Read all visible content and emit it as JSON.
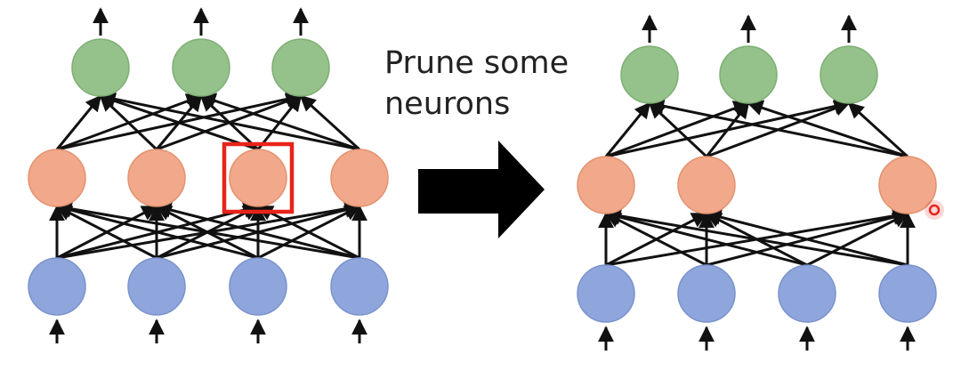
{
  "caption": {
    "line1": "Prune some",
    "line2": "neurons"
  },
  "colors": {
    "input_fill": "#8fa6dd",
    "input_stroke": "#7a92cc",
    "hidden_fill": "#f2a88a",
    "hidden_stroke": "#e3926f",
    "output_fill": "#94c28a",
    "output_stroke": "#7fae75",
    "edge": "#111111",
    "highlight_box": "#e8231a",
    "cursor_dot": "#e8231a",
    "big_arrow": "#000000"
  },
  "networks": [
    {
      "name": "original-network",
      "layers": [
        "input",
        "hidden",
        "output"
      ],
      "layer_sizes": [
        4,
        4,
        3
      ],
      "highlighted_neuron": {
        "layer": "hidden",
        "index": 2
      }
    },
    {
      "name": "pruned-network",
      "layers": [
        "input",
        "hidden",
        "output"
      ],
      "layer_sizes": [
        4,
        3,
        3
      ],
      "removed_neuron": {
        "layer": "hidden",
        "index": 2
      }
    }
  ],
  "icons": {
    "transform_arrow": "big-right-arrow-icon",
    "cursor": "red-pointer-dot"
  }
}
